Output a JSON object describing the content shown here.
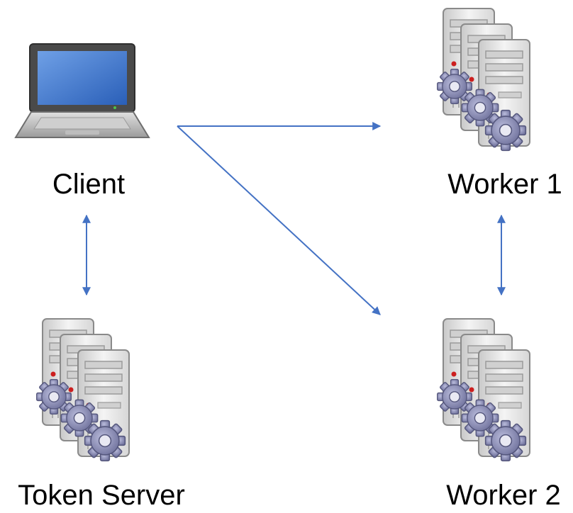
{
  "nodes": {
    "client": {
      "label": "Client",
      "icon": "laptop-icon"
    },
    "worker1": {
      "label": "Worker 1",
      "icon": "server-cluster-icon"
    },
    "worker2": {
      "label": "Worker 2",
      "icon": "server-cluster-icon"
    },
    "token_server": {
      "label": "Token Server",
      "icon": "server-cluster-icon"
    }
  },
  "edges": [
    {
      "from": "client",
      "to": "worker1",
      "direction": "one-way"
    },
    {
      "from": "client",
      "to": "worker2",
      "direction": "one-way"
    },
    {
      "from": "client",
      "to": "token_server",
      "direction": "two-way"
    },
    {
      "from": "worker1",
      "to": "worker2",
      "direction": "two-way"
    }
  ],
  "colors": {
    "arrow": "#4472C4",
    "screen": "#3a6fc4",
    "server_body": "#e6e6e6",
    "gear": "#7d7fa8",
    "led": "#cc1f1f"
  }
}
